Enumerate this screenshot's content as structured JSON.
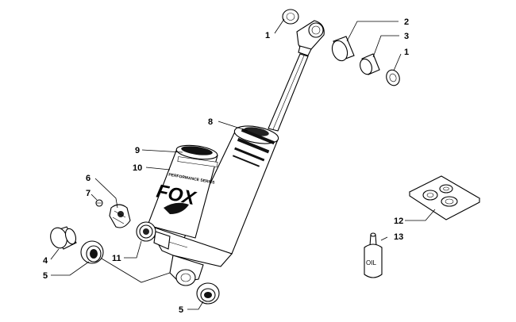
{
  "diagram": {
    "brand_text": "FOX",
    "bottle_label": "OIL",
    "reservoir_label": "PERFORMANCE SERIES"
  },
  "callouts": [
    {
      "id": "c1a",
      "label": "1"
    },
    {
      "id": "c2",
      "label": "2"
    },
    {
      "id": "c3",
      "label": "3"
    },
    {
      "id": "c1b",
      "label": "1"
    },
    {
      "id": "c8",
      "label": "8"
    },
    {
      "id": "c9",
      "label": "9"
    },
    {
      "id": "c10",
      "label": "10"
    },
    {
      "id": "c6",
      "label": "6"
    },
    {
      "id": "c7",
      "label": "7"
    },
    {
      "id": "c4",
      "label": "4"
    },
    {
      "id": "c5a",
      "label": "5"
    },
    {
      "id": "c11",
      "label": "11"
    },
    {
      "id": "c5b",
      "label": "5"
    },
    {
      "id": "c12",
      "label": "12"
    },
    {
      "id": "c13",
      "label": "13"
    }
  ]
}
